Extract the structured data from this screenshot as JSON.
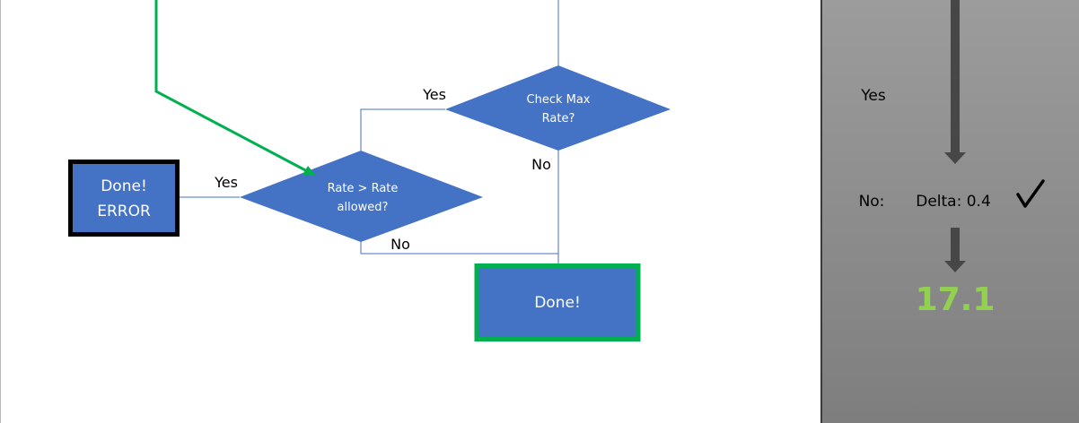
{
  "flowchart": {
    "nodes": {
      "check_max_rate": "Check Max\nRate?",
      "check_max_rate_l1": "Check Max",
      "check_max_rate_l2": "Rate?",
      "rate_allowed_l1": "Rate > Rate",
      "rate_allowed_l2": "allowed?",
      "done_error_l1": "Done!",
      "done_error_l2": "ERROR",
      "done": "Done!"
    },
    "edge_labels": {
      "max_yes": "Yes",
      "max_no": "No",
      "rate_yes": "Yes",
      "rate_no": "No"
    },
    "colors": {
      "shape_fill": "#4472c4",
      "line": "#4472c4",
      "highlight_path": "#00b050",
      "error_border": "#000000"
    }
  },
  "panel": {
    "yes_label": "Yes",
    "no_label": "No:",
    "delta": "Delta: 0.4",
    "check_icon": "check-mark-icon",
    "result": "17.1",
    "result_color": "#92d050"
  }
}
